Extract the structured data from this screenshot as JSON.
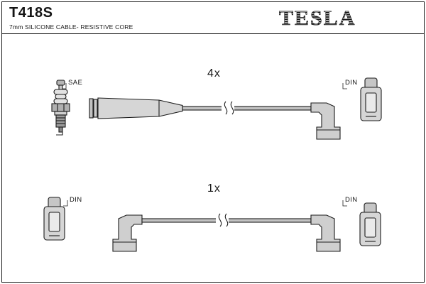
{
  "header": {
    "part_number": "T418S",
    "subtitle": "7mm SILICONE CABLE- RESISTIVE CORE",
    "brand": "TESLA"
  },
  "rows": [
    {
      "quantity": "4x",
      "left_connector": "SAE",
      "right_connector": "DIN"
    },
    {
      "quantity": "1x",
      "left_connector": "DIN",
      "right_connector": "DIN"
    }
  ],
  "icons": {
    "row1_left": "spark-plug-icon",
    "row1_right": "din-terminal-icon",
    "row2_left": "din-terminal-icon",
    "row2_right": "din-terminal-icon"
  },
  "colors": {
    "line": "#1c1c1c",
    "fill_light": "#d6d6d6",
    "fill_mid": "#c2c2c2",
    "fill_dark": "#9b9b9b",
    "background": "#ffffff"
  }
}
